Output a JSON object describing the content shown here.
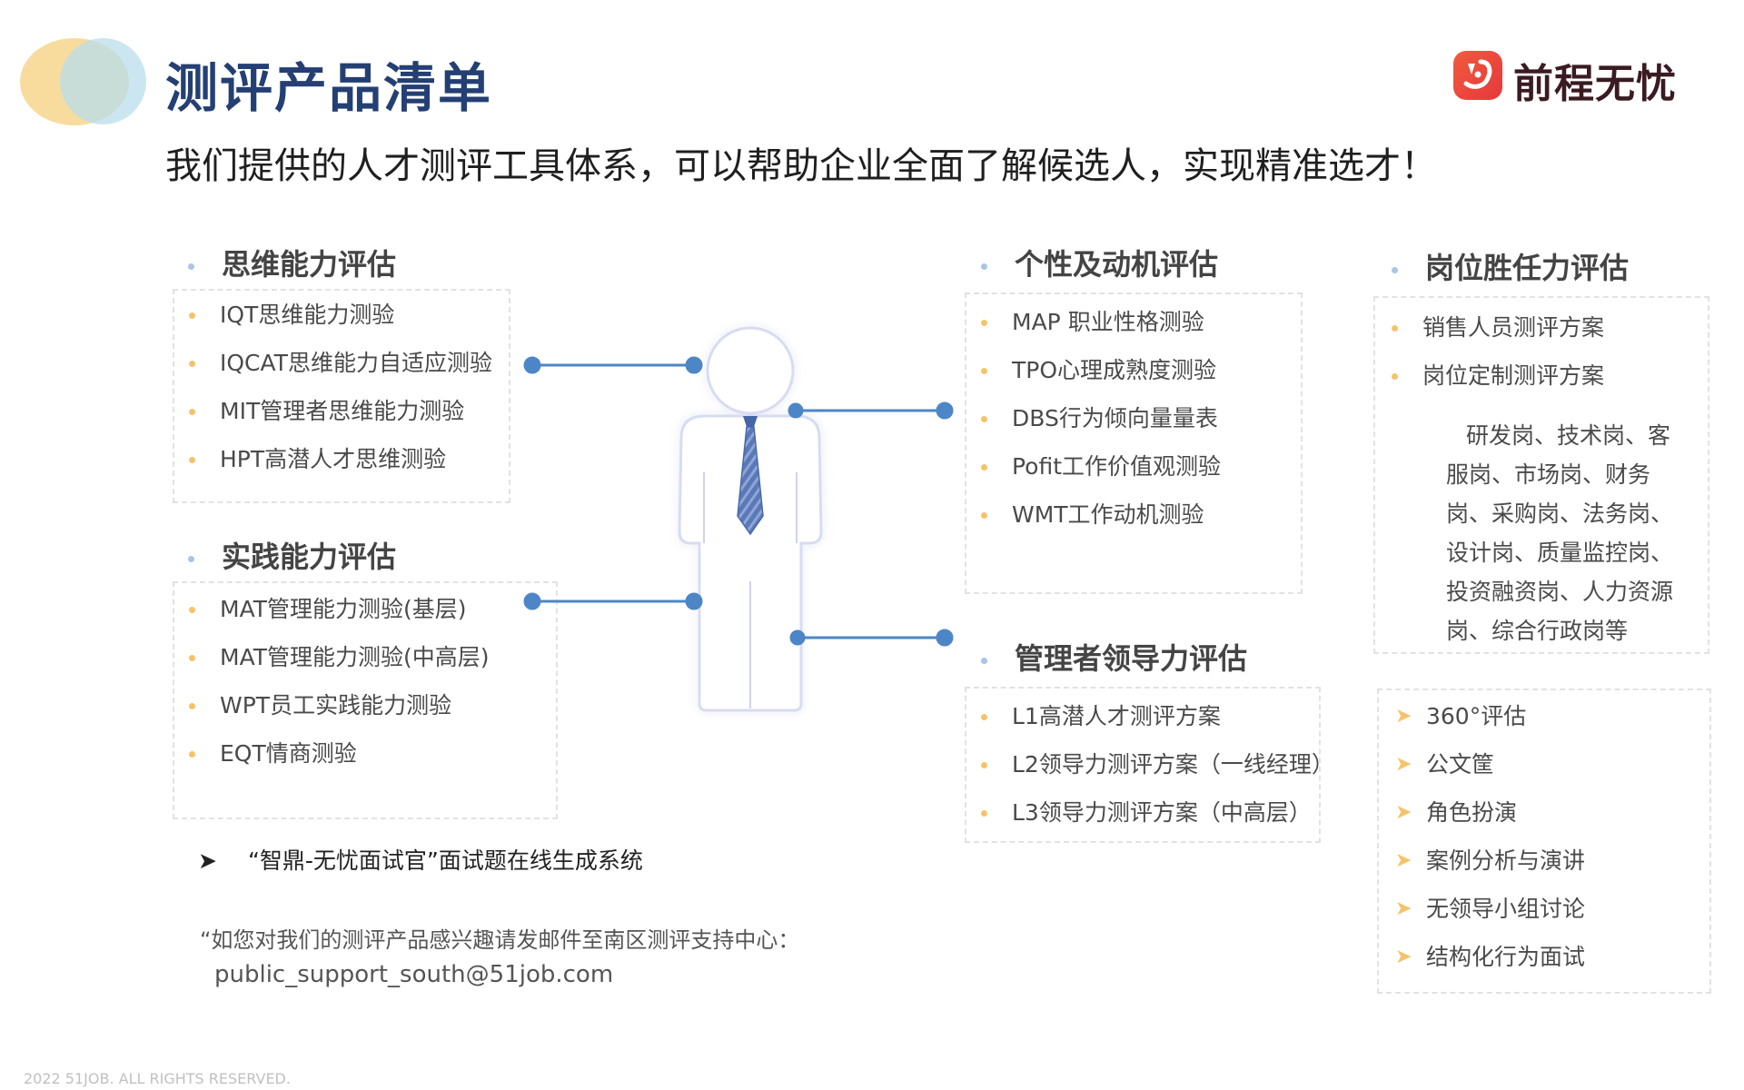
{
  "header": {
    "title": "测评产品清单",
    "subtitle": "我们提供的人才测评工具体系，可以帮助企业全面了解候选人，实现精准选才！",
    "brand_name": "前程无忧",
    "colors": {
      "title": "#243f73",
      "accent_yellow": "#f6c36a",
      "accent_blue": "#4d86c6",
      "brand_red": "#e6383b"
    }
  },
  "sections": {
    "thinking": {
      "title": "思维能力评估",
      "items": [
        "IQT思维能力测验",
        "IQCAT思维能力自适应测验",
        "MIT管理者思维能力测验",
        "HPT高潜人才思维测验"
      ]
    },
    "practice": {
      "title": "实践能力评估",
      "items": [
        "MAT管理能力测验(基层)",
        "MAT管理能力测验(中高层)",
        "WPT员工实践能力测验",
        "EQT情商测验"
      ]
    },
    "personality": {
      "title": "个性及动机评估",
      "items": [
        "MAP 职业性格测验",
        "TPO心理成熟度测验",
        "DBS行为倾向量量表",
        "Pofit工作价值观测验",
        "WMT工作动机测验"
      ]
    },
    "leadership": {
      "title": "管理者领导力评估",
      "items": [
        "L1高潜人才测评方案",
        "L2领导力测评方案（一线经理）",
        "L3领导力测评方案（中高层）"
      ]
    },
    "competency": {
      "title": "岗位胜任力评估",
      "items": [
        "销售人员测评方案",
        "岗位定制测评方案"
      ],
      "roles": "研发岗、技术岗、客服岗、市场岗、财务岗、采购岗、法务岗、设计岗、质量监控岗、投资融资岗、人力资源岗、综合行政岗等",
      "methods": [
        "360°评估",
        "公文筐",
        "角色扮演",
        "案例分析与演讲",
        "无领导小组讨论",
        "结构化行为面试"
      ]
    }
  },
  "footer": {
    "note_arrow": "➤",
    "note": "“智鼎-无忧面试官”面试题在线生成系统",
    "contact_line1": "“如您对我们的测评产品感兴趣请发邮件至南区测评支持中心：",
    "contact_email": "public_support_south@51job.com",
    "copyright": "2022 51JOB. ALL RIGHTS RESERVED."
  }
}
